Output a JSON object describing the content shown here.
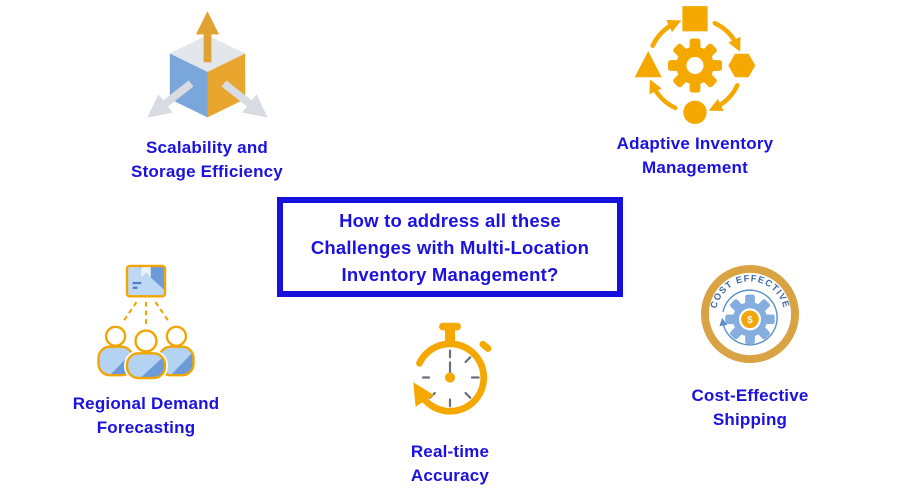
{
  "colors": {
    "text_blue": "#1b12e0",
    "box_border_blue": "#1510db",
    "gold": "#F5A800",
    "gold_dark": "#E8A62E",
    "ring_gold": "#D9A243",
    "light_blue": "#B4D3F2",
    "mid_blue": "#6D9BD8",
    "gear_blue": "#85AEDE",
    "arrow_gray": "#D8DBE1",
    "tick_gray": "#6A6F7C",
    "badge_text_blue": "#3E6CA8"
  },
  "center_box": {
    "line1": "How to address all these",
    "line2": "Challenges with Multi-Location",
    "line3": "Inventory Management?"
  },
  "items": {
    "scalability": {
      "label_line1": "Scalability and",
      "label_line2": "Storage Efficiency",
      "icon": "cube-expansion-arrows-icon"
    },
    "adaptive": {
      "label_line1": "Adaptive Inventory",
      "label_line2": "Management",
      "icon": "shapes-cycle-gear-icon"
    },
    "regional": {
      "label_line1": "Regional Demand",
      "label_line2": "Forecasting",
      "icon": "package-audience-group-icon"
    },
    "realtime": {
      "label_line1": "Real-time",
      "label_line2": "Accuracy",
      "icon": "stopwatch-rewind-icon"
    },
    "cost": {
      "label_line1": "Cost-Effective",
      "label_line2": "Shipping",
      "icon": "cost-effective-gear-badge-icon"
    }
  },
  "badge": {
    "curved_text": "COST EFFECTIVE",
    "currency_symbol": "$"
  }
}
